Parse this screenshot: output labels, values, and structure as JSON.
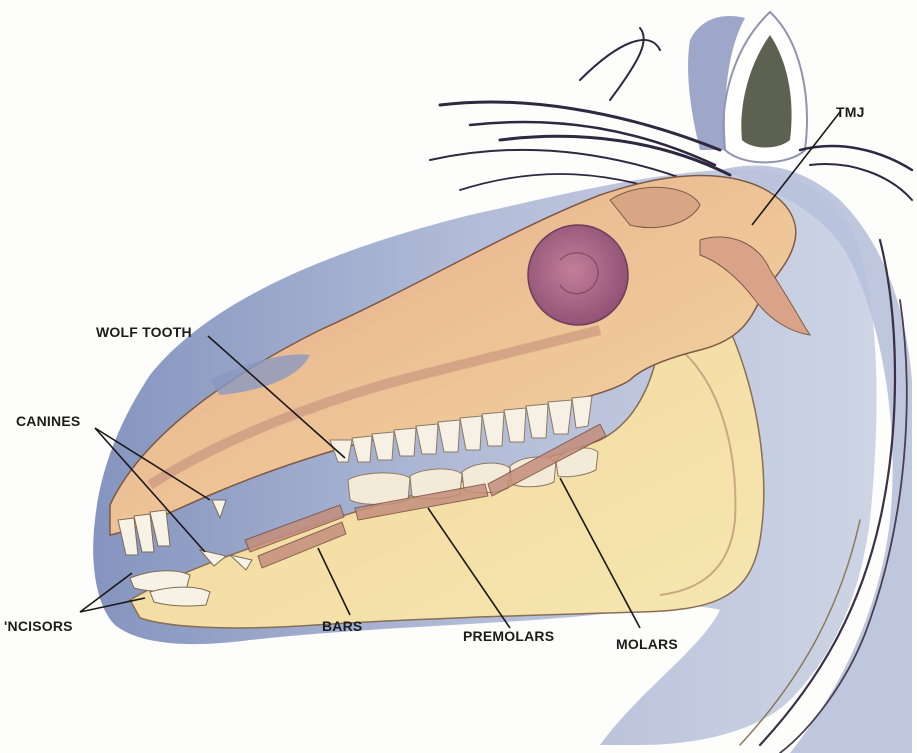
{
  "labels": {
    "tmj": "TMJ",
    "wolf_tooth": "WOLF TOOTH",
    "canines": "CANINES",
    "incisors": "'NCISORS",
    "bars": "BARS",
    "premolars": "PREMOLARS",
    "molars": "MOLARS"
  },
  "colors": {
    "skull": "#e9c38f",
    "skull_shadow": "#c98e78",
    "jaw": "#f3dd9b",
    "head_wash": "#9aa6c8",
    "eye_socket": "#a66a86",
    "teeth": "#f6f1e4",
    "mane": "#2f2840",
    "leader": "#1a1a1a"
  }
}
